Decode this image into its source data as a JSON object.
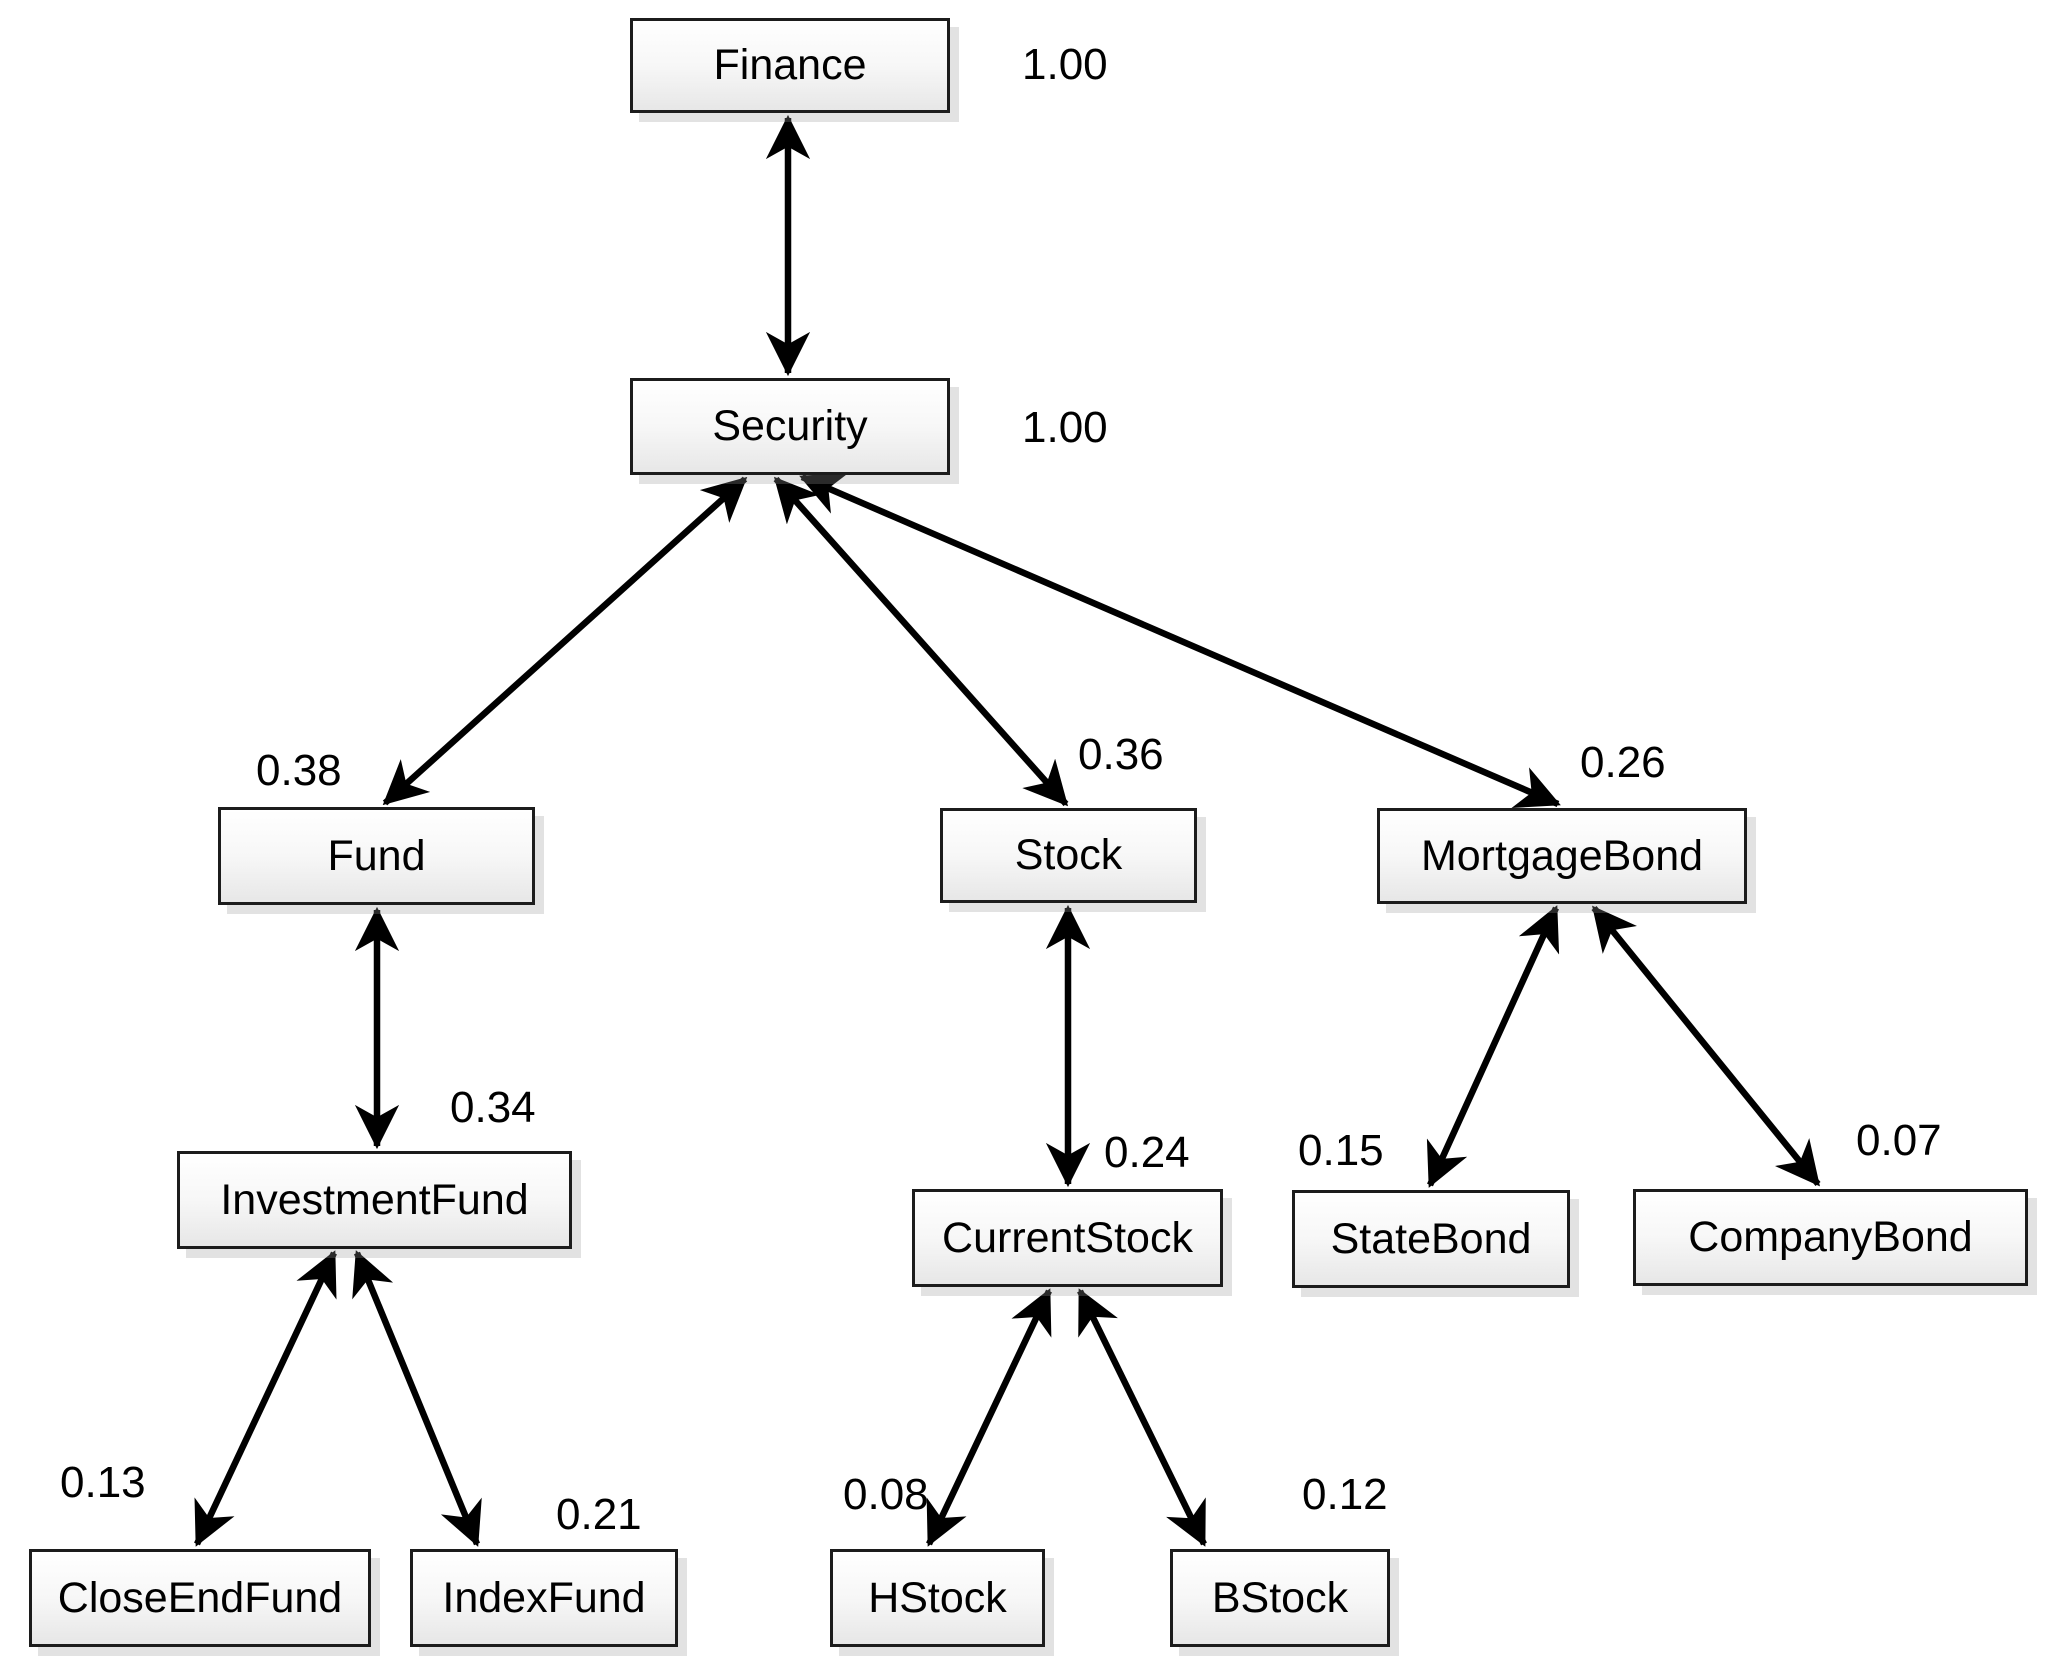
{
  "diagram": {
    "type": "concept-hierarchy-tree",
    "arrow_style": "double-headed",
    "colors": {
      "background": "#ffffff",
      "box_border": "#1c1c1c",
      "box_fill_top": "#ffffff",
      "box_fill_bottom": "#e7e7e7",
      "arrow": "#000000",
      "text": "#000000"
    }
  },
  "nodes": {
    "finance": {
      "label": "Finance",
      "weight": "1.00"
    },
    "security": {
      "label": "Security",
      "weight": "1.00"
    },
    "fund": {
      "label": "Fund",
      "weight": "0.38"
    },
    "stock": {
      "label": "Stock",
      "weight": "0.36"
    },
    "mortgage_bond": {
      "label": "MortgageBond",
      "weight": "0.26"
    },
    "investment_fund": {
      "label": "InvestmentFund",
      "weight": "0.34"
    },
    "current_stock": {
      "label": "CurrentStock",
      "weight": "0.24"
    },
    "state_bond": {
      "label": "StateBond",
      "weight": "0.15"
    },
    "company_bond": {
      "label": "CompanyBond",
      "weight": "0.07"
    },
    "close_end_fund": {
      "label": "CloseEndFund",
      "weight": "0.13"
    },
    "index_fund": {
      "label": "IndexFund",
      "weight": "0.21"
    },
    "hstock": {
      "label": "HStock",
      "weight": "0.08"
    },
    "bstock": {
      "label": "BStock",
      "weight": "0.12"
    }
  },
  "edges": [
    {
      "from": "finance",
      "to": "security",
      "style": "double-arrow"
    },
    {
      "from": "security",
      "to": "fund",
      "style": "double-arrow"
    },
    {
      "from": "security",
      "to": "stock",
      "style": "double-arrow"
    },
    {
      "from": "security",
      "to": "mortgage_bond",
      "style": "double-arrow"
    },
    {
      "from": "fund",
      "to": "investment_fund",
      "style": "double-arrow"
    },
    {
      "from": "stock",
      "to": "current_stock",
      "style": "double-arrow"
    },
    {
      "from": "investment_fund",
      "to": "close_end_fund",
      "style": "double-arrow"
    },
    {
      "from": "investment_fund",
      "to": "index_fund",
      "style": "double-arrow"
    },
    {
      "from": "current_stock",
      "to": "hstock",
      "style": "double-arrow"
    },
    {
      "from": "current_stock",
      "to": "bstock",
      "style": "double-arrow"
    },
    {
      "from": "mortgage_bond",
      "to": "state_bond",
      "style": "double-arrow"
    },
    {
      "from": "mortgage_bond",
      "to": "company_bond",
      "style": "double-arrow"
    }
  ]
}
